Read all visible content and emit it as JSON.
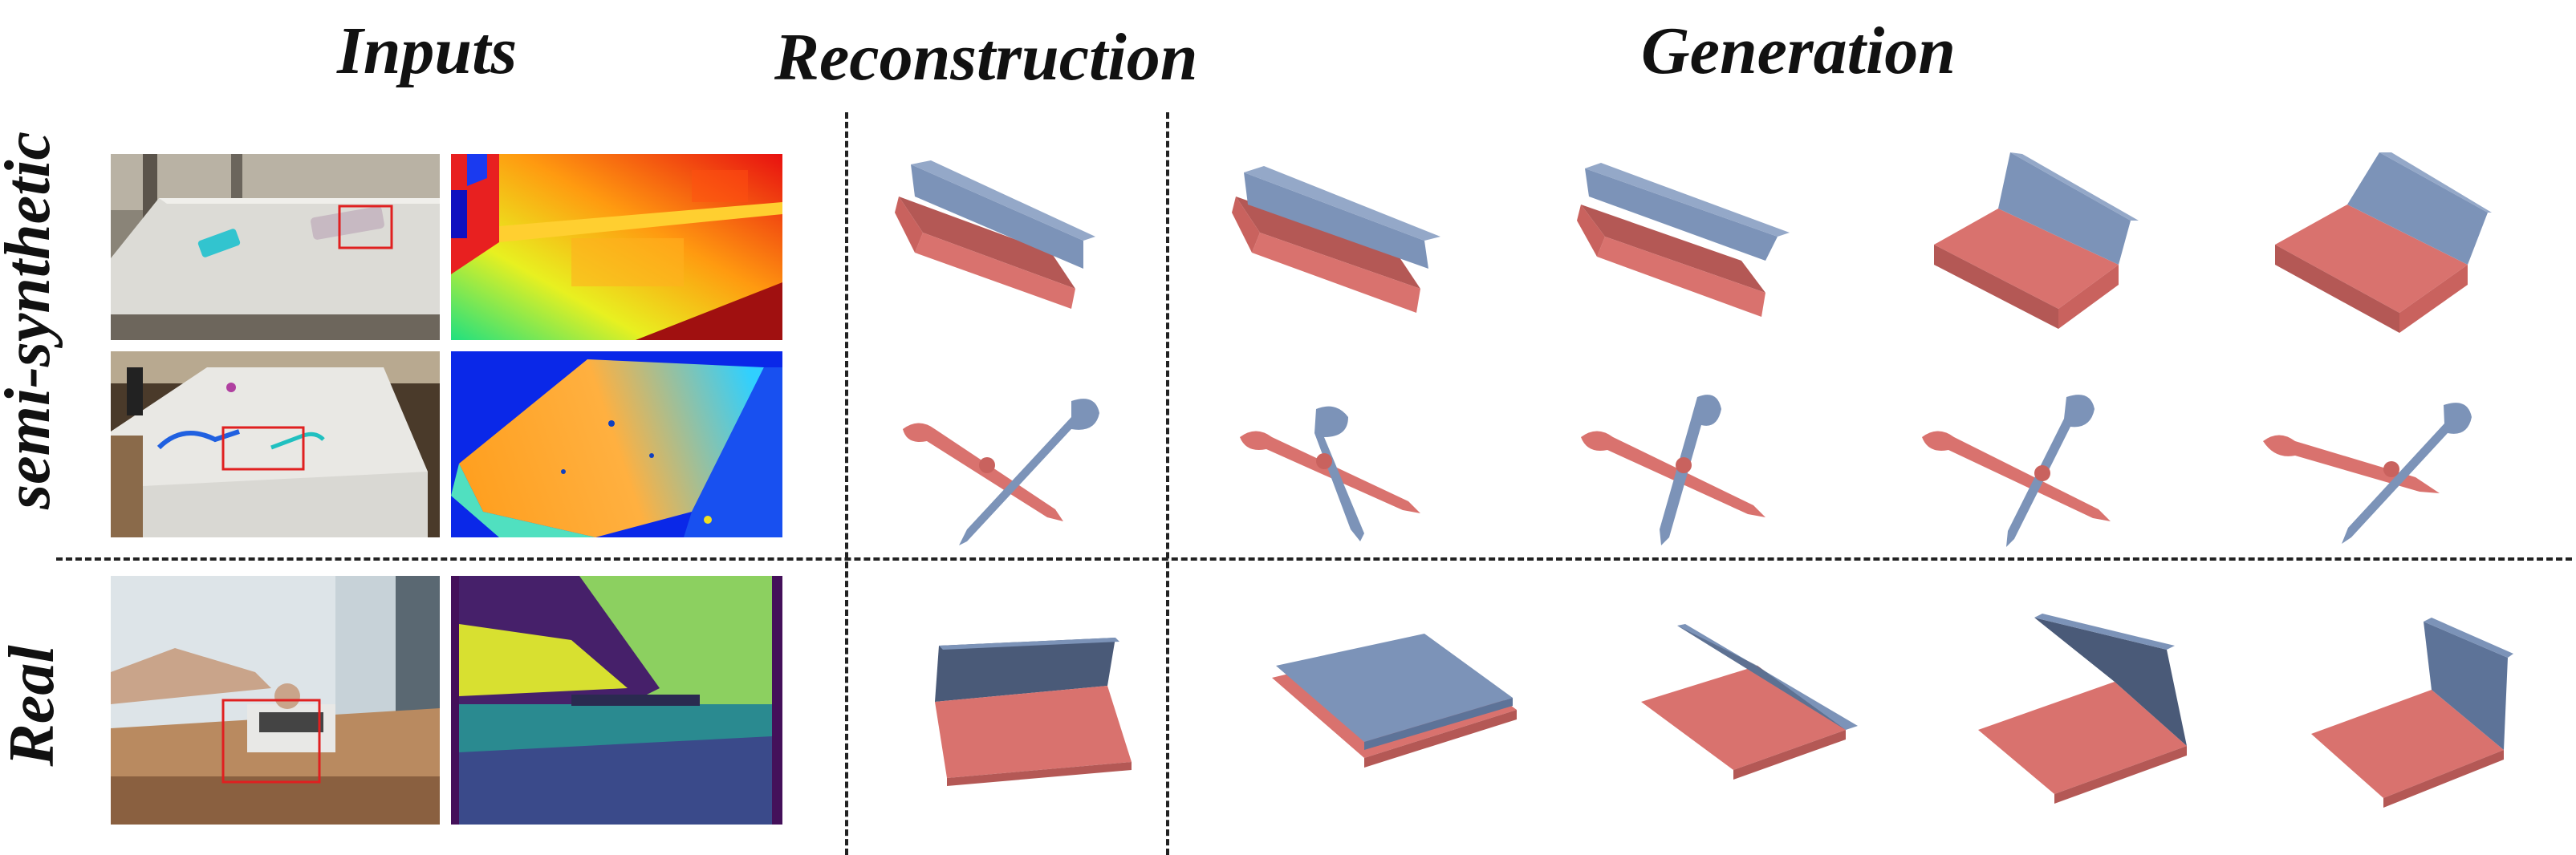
{
  "headers": {
    "inputs": "Inputs",
    "reconstruction": "Reconstruction",
    "generation": "Generation"
  },
  "row_labels": {
    "semi_synthetic": "semi-synthetic",
    "real": "Real"
  },
  "colors": {
    "static_part": "#d9726e",
    "moving_part": "#7c93b8",
    "highlight_box": "#e02020",
    "divider": "#222222"
  }
}
